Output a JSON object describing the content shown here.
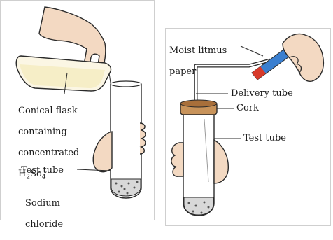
{
  "left": {
    "flask_label_lines": [
      "Conical flask",
      "containing",
      "concentrated"
    ],
    "acid_formula": {
      "base": "H",
      "sub": "2",
      "rest": "So",
      "sub2": "4"
    },
    "test_tube_label": "Test tube",
    "sodium_label_lines": [
      "Sodium",
      "chloride"
    ]
  },
  "right": {
    "litmus_label_lines": [
      "Moist litmus",
      "paper"
    ],
    "delivery_tube_label": "Delivery tube",
    "cork_label": "Cork",
    "test_tube_label": "Test tube"
  },
  "colors": {
    "panel_border": "#cfcfcf",
    "line": "#2a2a2a",
    "skin": "#f3d9c2",
    "acid": "#f6eec7",
    "cork": "#c8935a",
    "litmus_blue": "#3a7fd0",
    "litmus_red": "#d73a2a",
    "salt": "#c9c9c9"
  }
}
